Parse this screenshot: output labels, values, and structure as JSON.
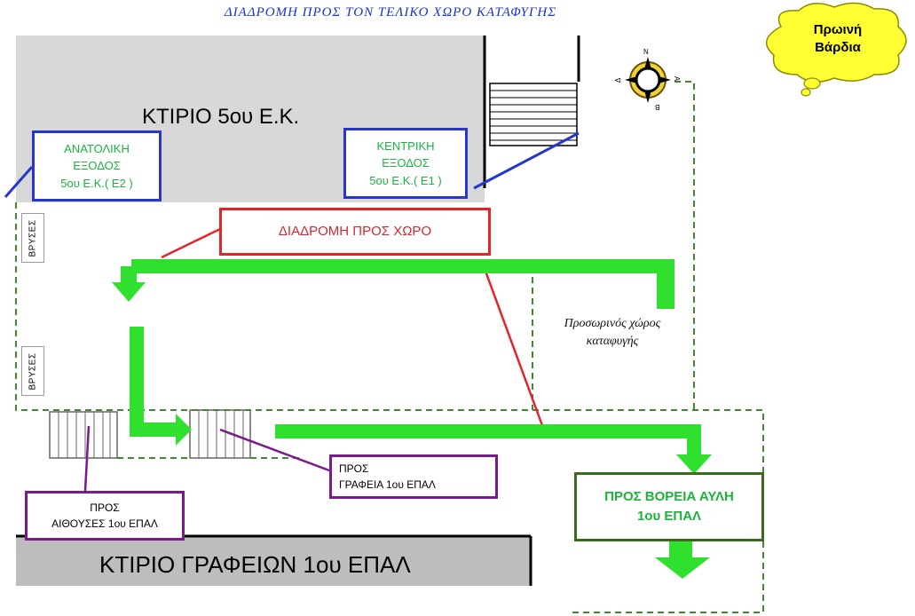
{
  "title": "ΔΙΑΔΡΟΜΗ ΠΡΟΣ ΤΟΝ ΤΕΛΙΚΟ ΧΩΡΟ ΚΑΤΑΦΥΓΗΣ",
  "shift_label": "Πρωινή\nΒάρδια",
  "buildings": {
    "ktirio_5ou": "ΚΤΙΡΙΟ 5ου Ε.Κ.",
    "ktirio_grafeion": "ΚΤΙΡΙΟ ΓΡΑΦΕΙΩΝ 1ου ΕΠΑΛ"
  },
  "exits": {
    "east": "ΑΝΑΤΟΛΙΚΗ\nΕΞΟΔΟΣ\n5ου Ε.Κ.( Ε2 )",
    "central": "ΚΕΝΤΡΙΚΗ\nΕΞΟΔΟΣ\n5ου Ε.Κ.( Ε1 )"
  },
  "route_label": "ΔΙΑΔΡΟΜΗ ΠΡΟΣ ΧΩΡΟ",
  "temporary_shelter": "Προσωρινός χώρος\nκαταφυγής",
  "faucets_1": "ΒΡΥΣΕΣ",
  "faucets_2": "ΒΡΥΣΕΣ",
  "to_offices": "ΠΡΟΣ\nΓΡΑΦΕΙΑ 1ου ΕΠΑΛ",
  "to_classrooms": "ΠΡΟΣ\nΑΙΘΟΥΣΕΣ 1ου ΕΠΑΛ",
  "to_north_yard": "ΠΡΟΣ ΒΟΡΕΙΑ ΑΥΛΗ\n1ου ΕΠΑΛ",
  "compass": {
    "n": "N",
    "e": "A",
    "s": "B",
    "w": "Δ"
  },
  "colors": {
    "arrow_green": "#2fe02f",
    "building_gray": "#d8d8d8",
    "exit_border": "#2636cf",
    "route_border": "#e3242b",
    "path_dash": "#3f8a2e",
    "cloud": "#ffff33"
  }
}
